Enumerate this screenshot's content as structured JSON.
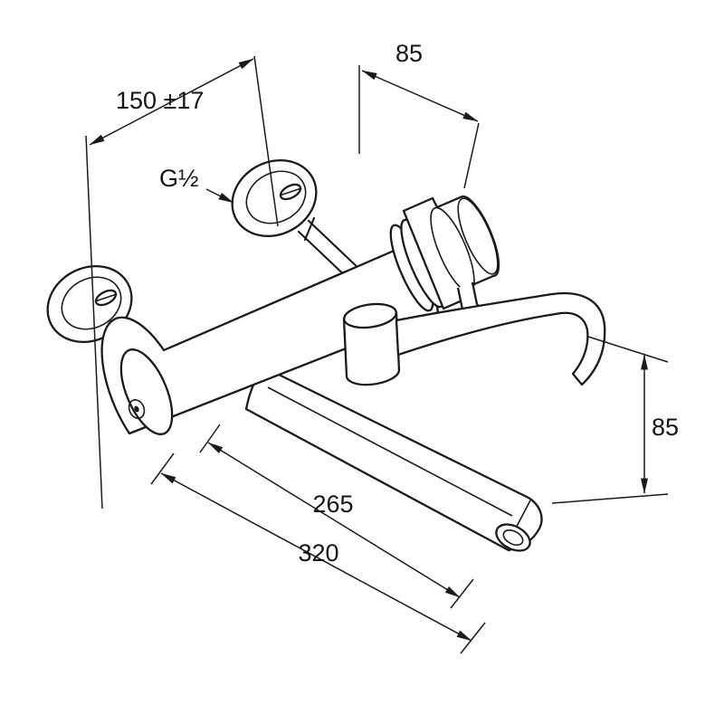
{
  "labels": {
    "mounting_distance": "150 ±17",
    "top_offset": "85",
    "thread_size": "G½",
    "reach_inner": "265",
    "reach_outer": "320",
    "height_right": "85"
  },
  "colors": {
    "line": "#1a1a1a",
    "background": "#ffffff"
  }
}
